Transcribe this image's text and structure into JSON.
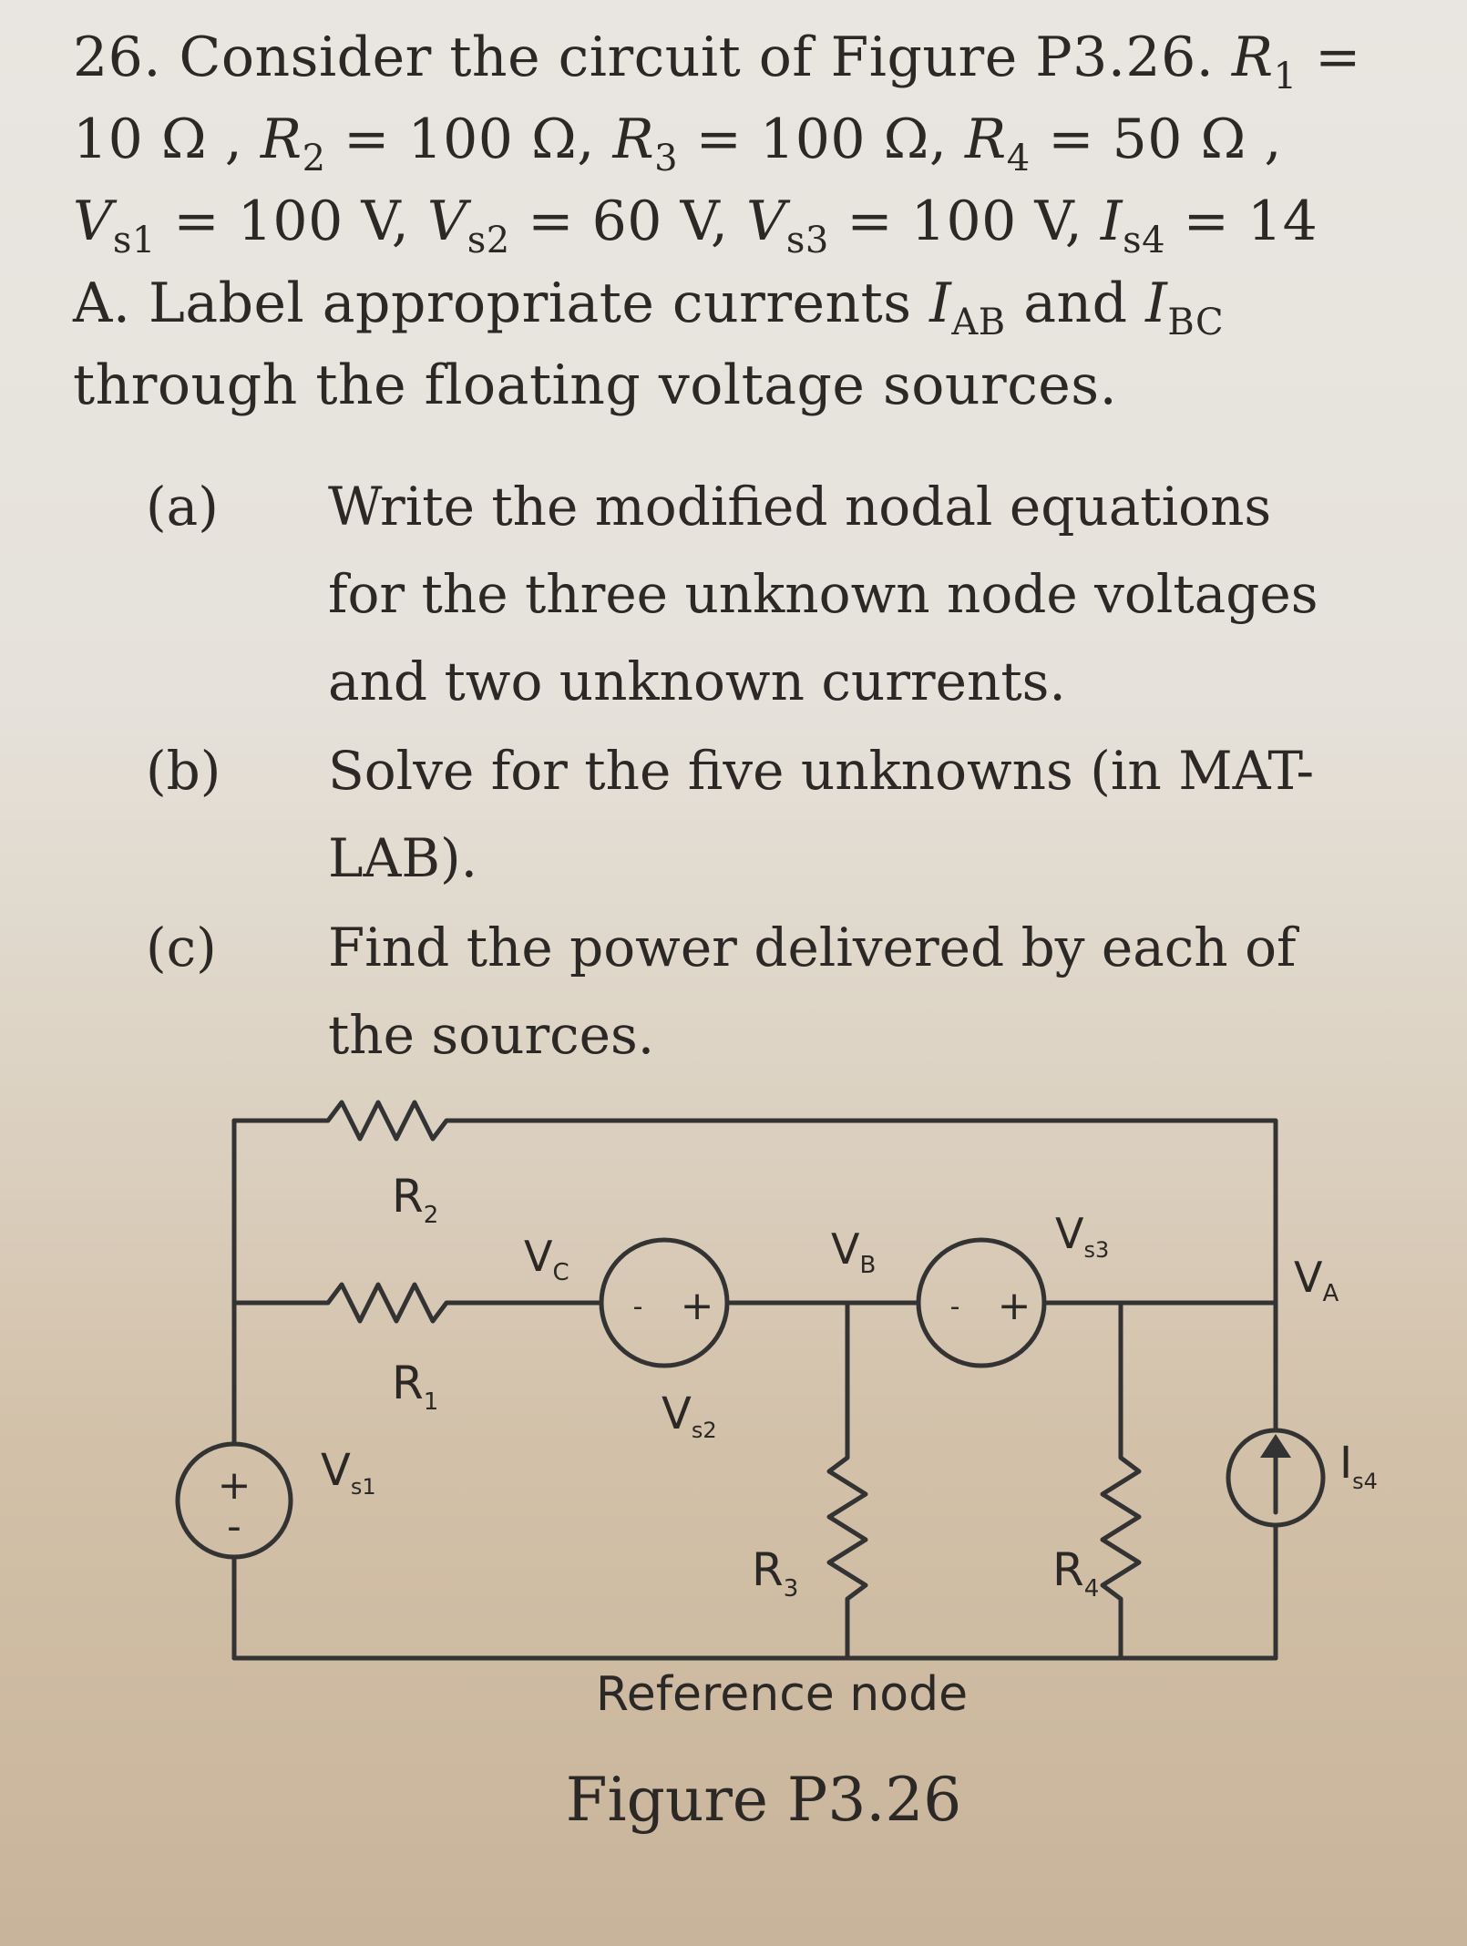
{
  "problem": {
    "number": "26.",
    "intro": "Consider the circuit of Figure P3.26.",
    "r1_name": "R",
    "r1_sub": "1",
    "r1_value": "10 Ω",
    "r2_name": "R",
    "r2_sub": "2",
    "r2_value": "100 Ω",
    "r3_name": "R",
    "r3_sub": "3",
    "r3_value": "100 Ω",
    "r4_name": "R",
    "r4_sub": "4",
    "r4_value": "50 Ω",
    "vs1_name": "V",
    "vs1_sub": "s1",
    "vs1_value": "100 V",
    "vs2_name": "V",
    "vs2_sub": "s2",
    "vs2_value": "60 V",
    "vs3_name": "V",
    "vs3_sub": "s3",
    "vs3_value": "100 V",
    "is4_name": "I",
    "is4_sub": "s4",
    "is4_value": "14",
    "is4_unit": "A.",
    "label_text": "Label appropriate currents",
    "iab_name": "I",
    "iab_sub": "AB",
    "and_text": "and",
    "ibc_name": "I",
    "ibc_sub": "BC",
    "through_text": "through the floating voltage sources."
  },
  "parts": [
    {
      "tag": "(a)",
      "lines": [
        "Write the modified nodal equations",
        "for the three unknown node voltages",
        "and two unknown currents."
      ]
    },
    {
      "tag": "(b)",
      "lines": [
        "Solve for the five unknowns (in MAT-",
        "LAB)."
      ]
    },
    {
      "tag": "(c)",
      "lines": [
        "Find the power delivered by each of",
        "the sources."
      ]
    }
  ],
  "figure": {
    "r2_label": "R",
    "r2_sub": "2",
    "r1_label": "R",
    "r1_sub": "1",
    "r3_label": "R",
    "r3_sub": "3",
    "r4_label": "R",
    "r4_sub": "4",
    "vc_label": "V",
    "vc_sub": "C",
    "vb_label": "V",
    "vb_sub": "B",
    "va_label": "V",
    "va_sub": "A",
    "vs1_label": "V",
    "vs1_sub": "s1",
    "vs2_label": "V",
    "vs2_sub": "s2",
    "vs3_label": "V",
    "vs3_sub": "s3",
    "is4_label": "I",
    "is4_sub": "s4",
    "plus": "+",
    "minus": "-",
    "reference_node": "Reference node",
    "caption": "Figure P3.26"
  }
}
